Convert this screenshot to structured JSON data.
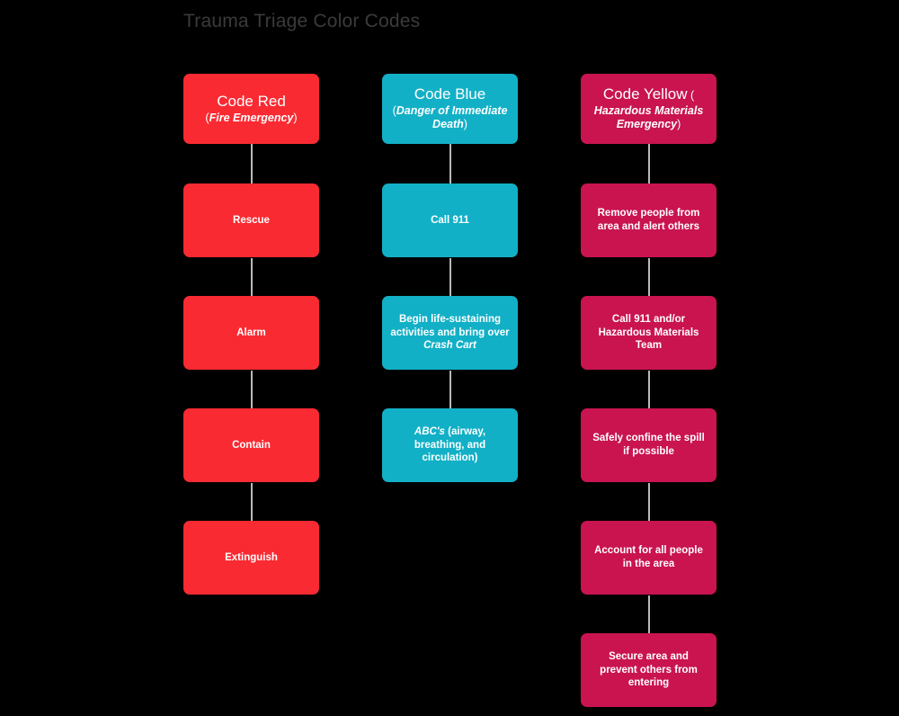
{
  "title": "Trauma Triage Color Codes",
  "background": "#000000",
  "title_color": "#3b3b3b",
  "connector_color": "#b9b9b9",
  "columns": [
    {
      "id": "code-red",
      "color": "#fa2a32",
      "header": {
        "main": "Code Red",
        "sub_open": "(",
        "sub": "Fire Emergency",
        "sub_close": ")"
      },
      "steps": [
        {
          "text": "Rescue"
        },
        {
          "text": "Alarm"
        },
        {
          "text": "Contain"
        },
        {
          "text": "Extinguish"
        }
      ]
    },
    {
      "id": "code-blue",
      "color": "#12b0c6",
      "header": {
        "main": "Code Blue",
        "sub_open": "(",
        "sub": "Danger of Immediate Death",
        "sub_close": ")"
      },
      "steps": [
        {
          "text": "Call 911"
        },
        {
          "text": "Begin life-sustaining activities and bring over ",
          "emph": "Crash Cart"
        },
        {
          "emph": "ABC's",
          "text": " (airway, breathing, and circulation)"
        },
        {
          "text": ""
        }
      ]
    },
    {
      "id": "code-yellow",
      "color": "#c91450",
      "header": {
        "main": "Code Yellow",
        "sub_open": " (",
        "sub": "Hazardous Materials Emergency",
        "sub_close": ")"
      },
      "steps": [
        {
          "text": "Remove people from area and alert others"
        },
        {
          "text": "Call 911 and/or Hazardous Materials Team"
        },
        {
          "text": "Safely confine the spill if possible"
        },
        {
          "text": "Account for all people in the area"
        },
        {
          "text": "Secure area and prevent others from entering"
        }
      ]
    }
  ]
}
